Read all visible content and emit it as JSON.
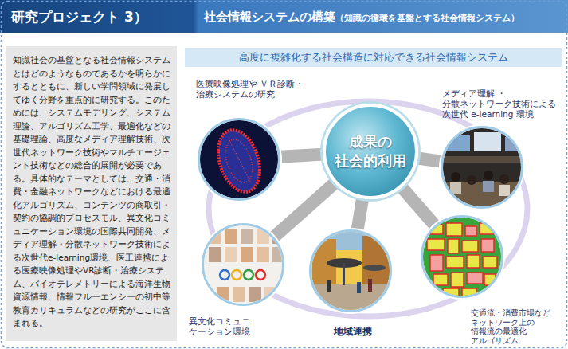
{
  "diagram": {
    "title": "研究プロジェクト 3）",
    "nodes": [
      {
        "text": [
          "知識社会の基盤となる社会情報システムとはどのようなものであるかを明らかにするとともに、新しい学問領域に発展してゆく分野を重点的に研究する。このためには、システムモデリング、システム理論、アルゴリズム工学、最適化などの基礎理論、高度なメディア理解技術、次世代ネットワーク技術やマルチエージェント技術などの総合的展開が必要である。具体的なテーマとしては、交通・消費・金融ネットワークなどにおける最適化アルゴリズム、コンテンツの商取引・契約の協調的プロセスモル、異文化コミュニケーション環境の国際共同開発、メディア理解・分散ネットワーク技術による次世代e-learning環境、医工連携による医療映像処理やVR診断・治療システム、バイオテレメトリーによる海洋生物資源情報、情報フルーエンシーの初中等教育カリキュラムなどの研究がここに含まれる。"
        ]
      },
      {
        "text": [
          "高度に複雑化する社会構造に対応できる社会情報システム"
        ]
      },
      {
        "text": [
          "成果の 社会的利用"
        ]
      },
      {
        "text": [
          "医療映像処理や ＶＲ診断・治療システムの研究"
        ]
      },
      {
        "text": [
          "メディア理解 ・分散ネットワーク技術による 次世代 e-learning 環境"
        ]
      },
      {
        "text": [
          "異文化コミュニ ケーション環境"
        ]
      },
      {
        "text": [
          "地域連携"
        ]
      },
      {
        "text": [
          "交通流・消費市場など ネットワーク上の 情報流の最適化 アルゴリズム"
        ]
      }
    ],
    "edges": [
      {
        "from": 2,
        "to": 3,
        "arrow": "none"
      },
      {
        "from": 2,
        "to": 4,
        "arrow": "none"
      },
      {
        "from": 2,
        "to": 5,
        "arrow": "none"
      },
      {
        "from": 2,
        "to": 6,
        "arrow": "none"
      },
      {
        "from": 2,
        "to": 7,
        "arrow": "none"
      }
    ],
    "labels": [
      "社会情報システムの構築",
      "（知識の循環を基盤とする社会情報システム）"
    ]
  }
}
